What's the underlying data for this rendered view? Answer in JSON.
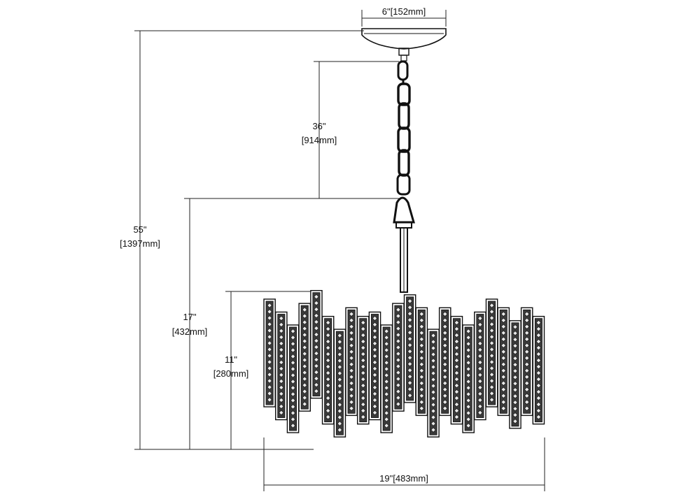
{
  "dimensions": {
    "canopy_width": "6\"[152mm]",
    "chain_length": {
      "imperial": "36\"",
      "metric": "[914mm]"
    },
    "overall_height": {
      "imperial": "55\"",
      "metric": "[1397mm]"
    },
    "fixture_height": {
      "imperial": "17\"",
      "metric": "[432mm]"
    },
    "shade_height": {
      "imperial": "11\"",
      "metric": "[280mm]"
    },
    "shade_width": "19\"[483mm]"
  },
  "shade": {
    "panel_count": 24,
    "panel_offsets_in": [
      0,
      1.5,
      3,
      0.5,
      -1,
      2,
      3.5,
      1,
      2,
      1.5,
      3,
      0.5,
      -0.5,
      1,
      3.5,
      1,
      2,
      3,
      1.5,
      0,
      1,
      2.5,
      1,
      2
    ]
  },
  "colors": {
    "line": "#111111",
    "panel_fill": "#3a3a3a",
    "background": "#ffffff"
  }
}
